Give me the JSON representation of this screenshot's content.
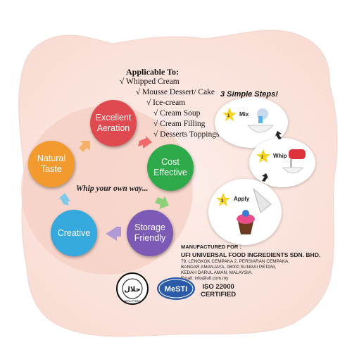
{
  "applicable": {
    "title": "Applicable To:",
    "items": [
      "√ Whipped Cream",
      "√ Mousse Dessert/ Cake",
      "√ Ice-cream",
      "√ Cream Soup",
      "√ Cream Filling",
      "√ Desserts Toppings"
    ]
  },
  "cycle": {
    "nodes": [
      {
        "label": "Excellent\nAeration",
        "color": "#de4a4f"
      },
      {
        "label": "Cost\nEffective",
        "color": "#2eaa4a"
      },
      {
        "label": "Storage\nFriendly",
        "color": "#7b5bb6"
      },
      {
        "label": "Creative",
        "color": "#35a8dd"
      },
      {
        "label": "Natural\nTaste",
        "color": "#f29a2e"
      }
    ],
    "center_text": "Whip your own way..."
  },
  "steps": {
    "title": "3 Simple Steps!",
    "items": [
      {
        "number": "1",
        "label": "Mix"
      },
      {
        "number": "2",
        "label": "Whip"
      },
      {
        "number": "3",
        "label": "Apply"
      }
    ]
  },
  "manufacturer": {
    "label": "MANUFACTURED FOR :",
    "company": "UFI UNIVERSAL FOOD INGREDIENTS SDN. BHD.",
    "address_lines": [
      "79, LENGKOK CEMPAKA 2, PERSIARAN CEMPAKA,",
      "BANDAR AMANJAYA, 08000 SUNGAI PETANI,",
      "KEDAH DARUL AMAN, MALAYSIA.",
      "Email: info@ufi.com.my"
    ]
  },
  "certifications": {
    "halal_text": "حلال",
    "halal_ring": "MALAYSIA",
    "mesti": "MeSTI",
    "iso_line1": "ISO 22000",
    "iso_line2": "CERTIFIED"
  },
  "colors": {
    "background": "#fbe6df",
    "inner_ring": "#f6cfc4",
    "arrow_red": "#ef6a6a",
    "arrow_green": "#8fd07a",
    "arrow_orange": "#f6b06a",
    "arrow_blue": "#7ec8ea",
    "arrow_purple": "#b19ad6"
  }
}
